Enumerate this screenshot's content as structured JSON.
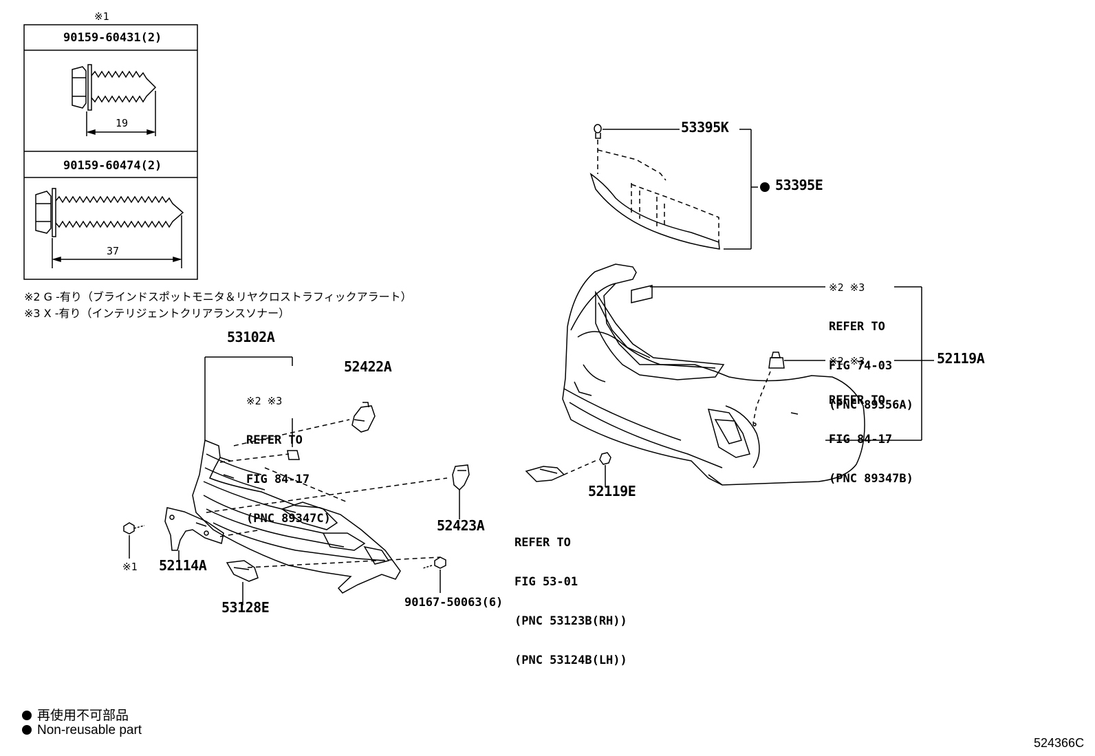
{
  "screw_box": {
    "marker": "※1",
    "screw1": {
      "part": "90159-60431(2)",
      "length": "19"
    },
    "screw2": {
      "part": "90159-60474(2)",
      "length": "37"
    }
  },
  "notes": {
    "note2": "※2 G -有り（ブラインドスポットモニタ＆リヤクロストラフィックアラート）",
    "note3": "※3 X -有り（インテリジェントクリアランスソナー）"
  },
  "parts": {
    "p53395K": "53395K",
    "p53395E": "53395E",
    "p52119A": "52119A",
    "p52119E": "52119E",
    "p53102A": "53102A",
    "p52422A": "52422A",
    "p52423A": "52423A",
    "p52114A": "52114A",
    "p53128E": "53128E",
    "p90167": "90167-50063(6)",
    "marker1": "※1"
  },
  "refs": {
    "ref_89356A": {
      "marks": "※2 ※3",
      "line1": "REFER TO",
      "line2": "FIG 74-03",
      "line3": "(PNC 89356A)"
    },
    "ref_89347B": {
      "marks": "※2 ※3",
      "line1": "REFER TO",
      "line2": "FIG 84-17",
      "line3": "(PNC 89347B)"
    },
    "ref_89347C": {
      "marks": "※2 ※3",
      "line1": "REFER TO",
      "line2": "FIG 84-17",
      "line3": "(PNC 89347C)"
    },
    "ref_53123B": {
      "line1": "REFER TO",
      "line2": "FIG 53-01",
      "line3": "(PNC 53123B(RH))",
      "line4": "(PNC 53124B(LH))"
    }
  },
  "legend": {
    "jp": "再使用不可部品",
    "en": "Non-reusable part"
  },
  "figure_id": "524366C"
}
